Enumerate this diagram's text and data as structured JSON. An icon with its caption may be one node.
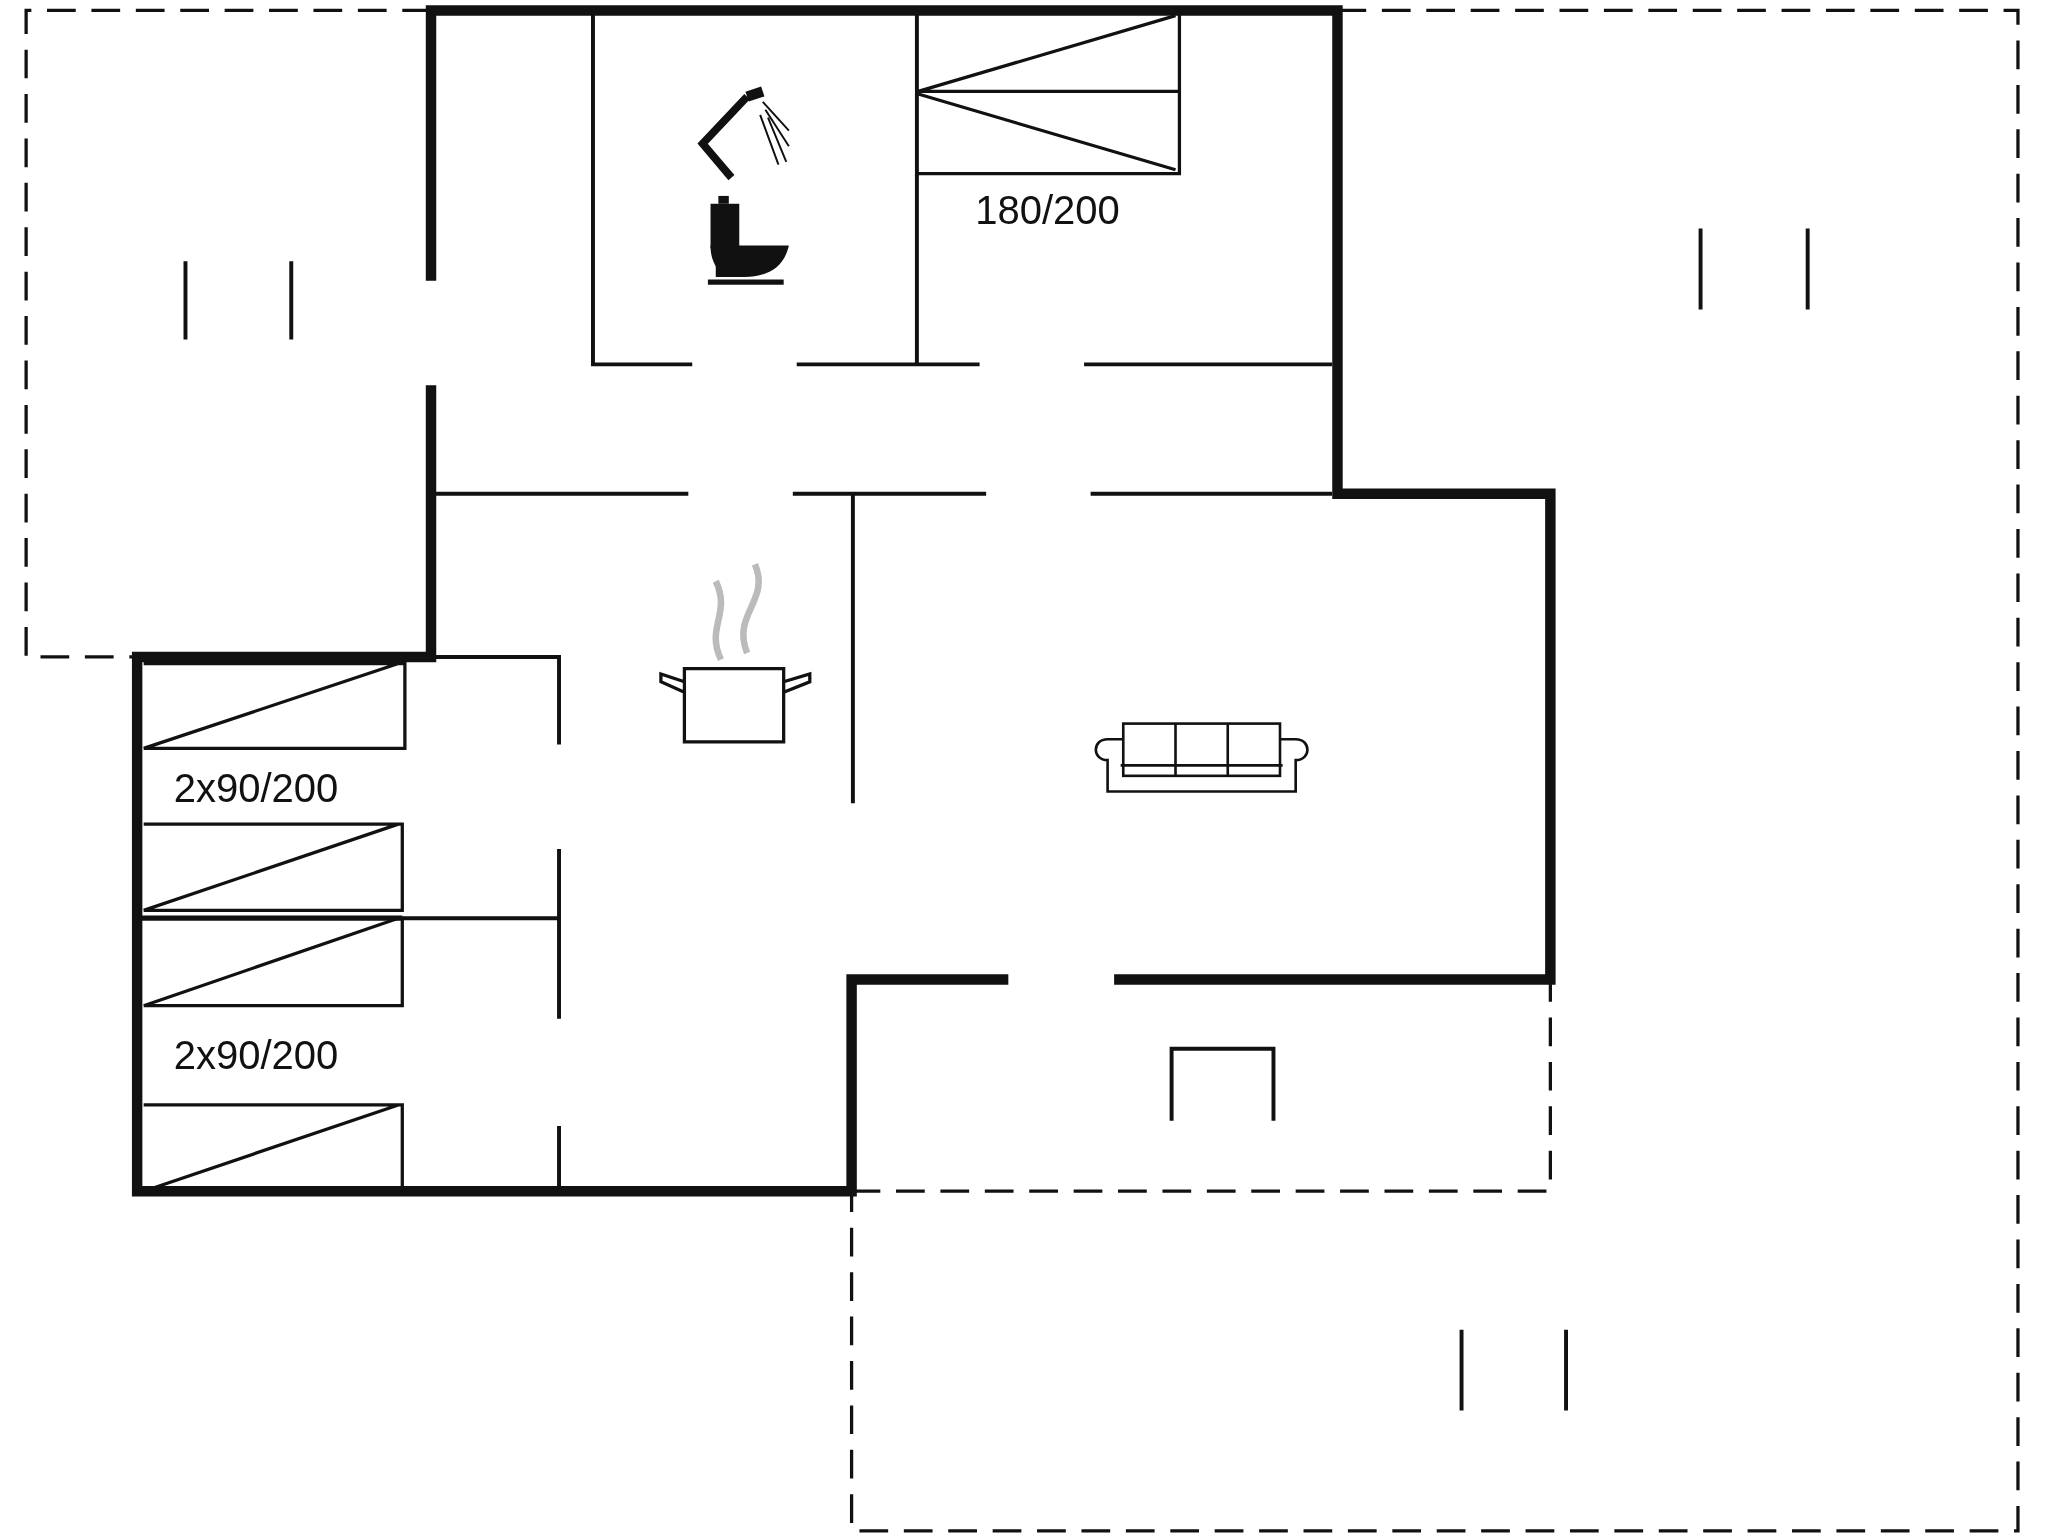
{
  "diagram": {
    "labels": [
      "180/200",
      "2x90/200",
      "2x90/200"
    ]
  }
}
